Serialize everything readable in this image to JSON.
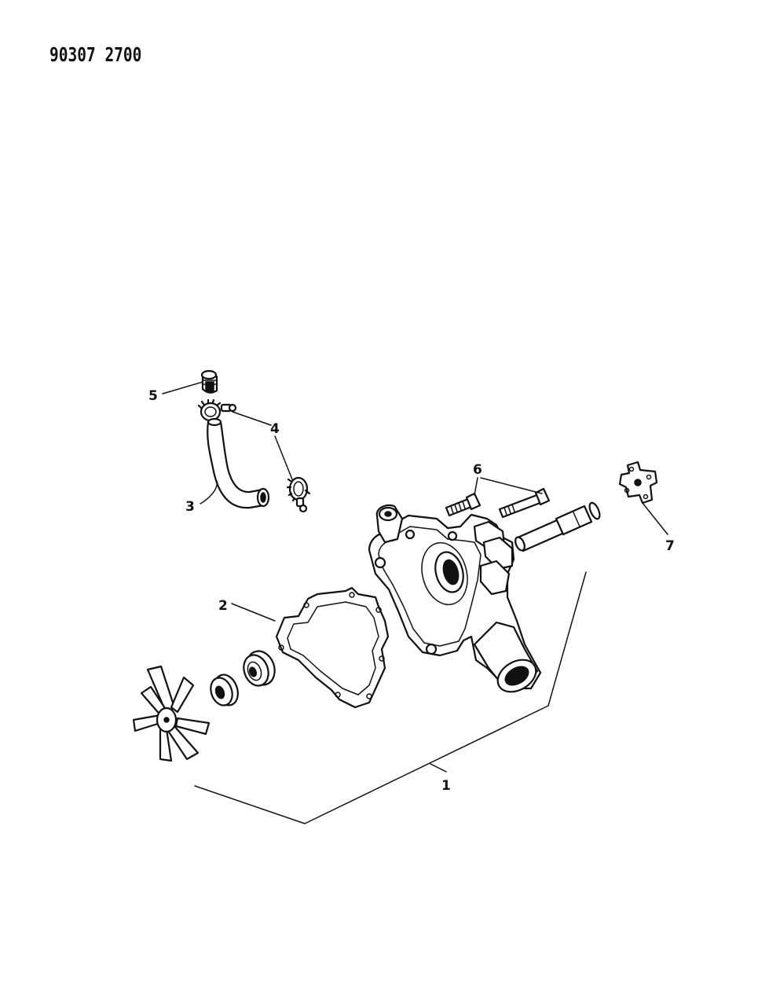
{
  "document_id": "90307 2700",
  "callouts": {
    "c1": "1",
    "c2": "2",
    "c3": "3",
    "c4": "4",
    "c5": "5",
    "c6": "6",
    "c7": "7"
  }
}
